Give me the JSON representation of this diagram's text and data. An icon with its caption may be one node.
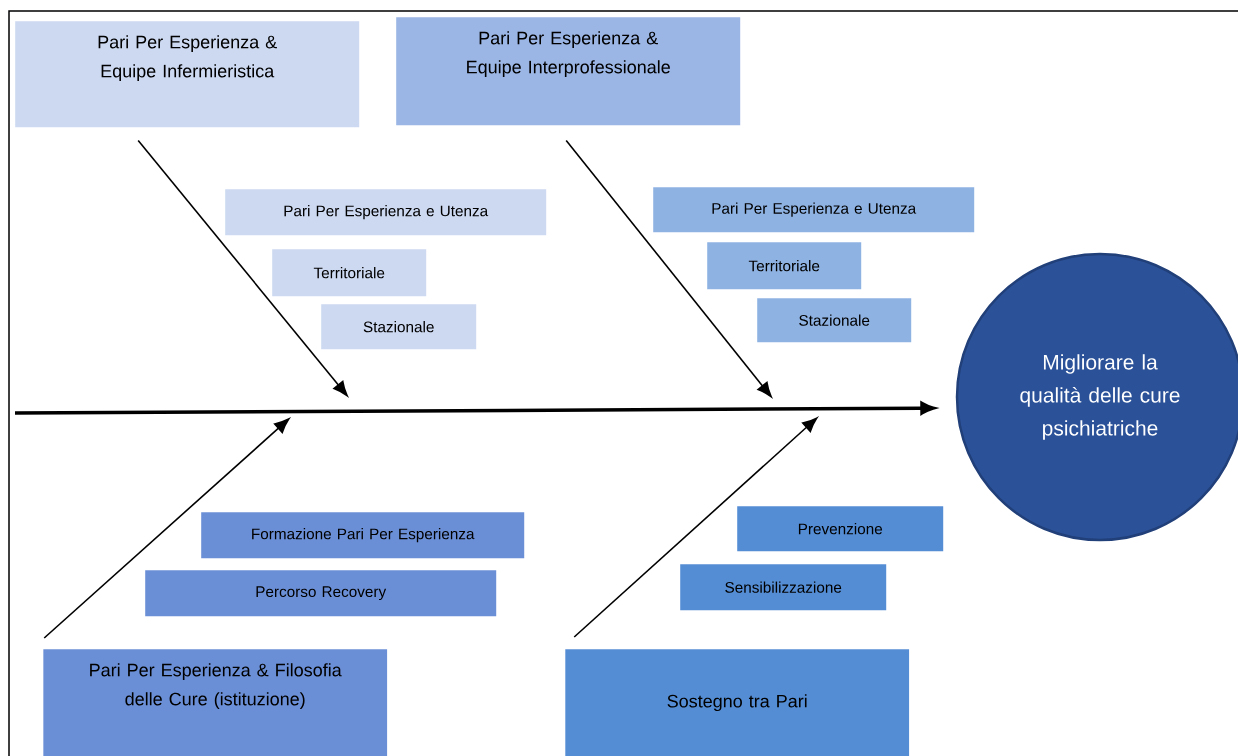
{
  "diagram": {
    "nodes": [
      {
        "text": [
          "Pari Per Esperienza & Equipe Infermieristica"
        ]
      },
      {
        "text": [
          "Pari Per Esperienza & Equipe Interprofessionale"
        ]
      },
      {
        "text": [
          "Pari Per Esperienza e Utenza"
        ]
      },
      {
        "text": [
          "Territoriale"
        ]
      },
      {
        "text": [
          "Stazionale"
        ]
      },
      {
        "text": [
          "Pari Per Esperienza e Utenza"
        ]
      },
      {
        "text": [
          "Territoriale"
        ]
      },
      {
        "text": [
          "Stazionale"
        ]
      },
      {
        "text": [
          "Migliorare la qualità delle cure psichiatriche"
        ]
      },
      {
        "text": [
          "Formazione Pari Per Esperienza"
        ]
      },
      {
        "text": [
          "Percorso Recovery"
        ]
      },
      {
        "text": [
          "Prevenzione"
        ]
      },
      {
        "text": [
          "Sensibilizzazione"
        ]
      },
      {
        "text": [
          "Pari Per Esperienza & Filosofia delle Cure (istituzione)"
        ]
      },
      {
        "text": [
          "Sostegno tra Pari"
        ]
      }
    ],
    "edges": [
      {
        "from": null,
        "to": 8,
        "arrow": "to",
        "style": "thick"
      },
      {
        "from": 0,
        "to": null,
        "arrow": "to"
      },
      {
        "from": 1,
        "to": null,
        "arrow": "to"
      },
      {
        "from": 13,
        "to": null,
        "arrow": "to"
      },
      {
        "from": 14,
        "to": null,
        "arrow": "to"
      }
    ]
  }
}
